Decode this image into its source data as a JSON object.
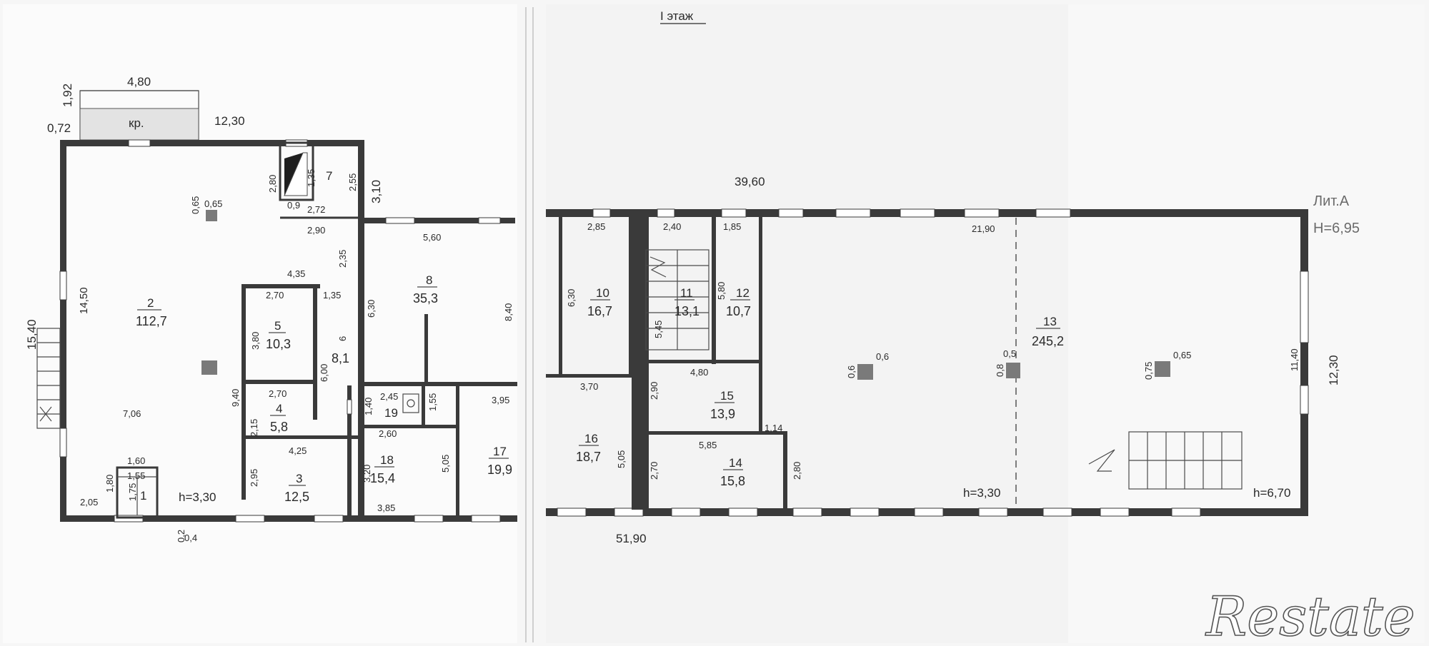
{
  "floor_title": "I этаж",
  "building": {
    "letter_label": "Лит.А",
    "height_label": "H=6,95"
  },
  "watermark": "Restate",
  "left_plan": {
    "top_dims": [
      "4,80",
      "1,92",
      "0,72",
      "12,30",
      "3,10"
    ],
    "porch_label": "кр.",
    "side_dims": [
      "15,40",
      "14,50"
    ],
    "rooms": [
      {
        "num": "2",
        "area": "112,7"
      },
      {
        "num": "5",
        "area": "10,3"
      },
      {
        "num": "6",
        "area": "8,1"
      },
      {
        "num": "4",
        "area": "5,8"
      },
      {
        "num": "3",
        "area": "12,5"
      },
      {
        "num": "1",
        "area": ""
      },
      {
        "num": "7",
        "area": ""
      },
      {
        "num": "8",
        "area": "35,3"
      },
      {
        "num": "19",
        "area": ""
      },
      {
        "num": "18",
        "area": "15,4"
      },
      {
        "num": "17",
        "area": "19,9"
      }
    ],
    "inner_dims": [
      "2,80",
      "1,35",
      "2,55",
      "0,9",
      "2,72",
      "2,90",
      "2,35",
      "0,65",
      "0,65",
      "5,60",
      "4,35",
      "1,35",
      "2,70",
      "3,80",
      "6,30",
      "8,40",
      "9,40",
      "6,00",
      "2,70",
      "2,15",
      "1,40",
      "2,45",
      "1,55",
      "3,95",
      "7,06",
      "2,60",
      "4,25",
      "2,95",
      "3,20",
      "5,05",
      "1,60",
      "1,55",
      "1,75",
      "1,80",
      "2,05",
      "3,85",
      "0,2",
      "0,4"
    ],
    "height_label": "h=3,30"
  },
  "right_plan": {
    "top_dim": "39,60",
    "bottom_dim": "51,90",
    "rooms": [
      {
        "num": "10",
        "area": "16,7"
      },
      {
        "num": "11",
        "area": "13,1"
      },
      {
        "num": "12",
        "area": "10,7"
      },
      {
        "num": "13",
        "area": "245,2"
      },
      {
        "num": "15",
        "area": "13,9"
      },
      {
        "num": "16",
        "area": "18,7"
      },
      {
        "num": "14",
        "area": "15,8"
      }
    ],
    "inner_dims": [
      "2,85",
      "2,40",
      "1,85",
      "21,90",
      "6,30",
      "5,80",
      "5,45",
      "0,6",
      "0,6",
      "0,8",
      "0,5",
      "0,75",
      "0,65",
      "11,40",
      "12,30",
      "4,80",
      "2,90",
      "3,70",
      "5,05",
      "1,14",
      "5,85",
      "2,70",
      "2,80"
    ],
    "heights": [
      "h=3,30",
      "h=6,70"
    ]
  }
}
